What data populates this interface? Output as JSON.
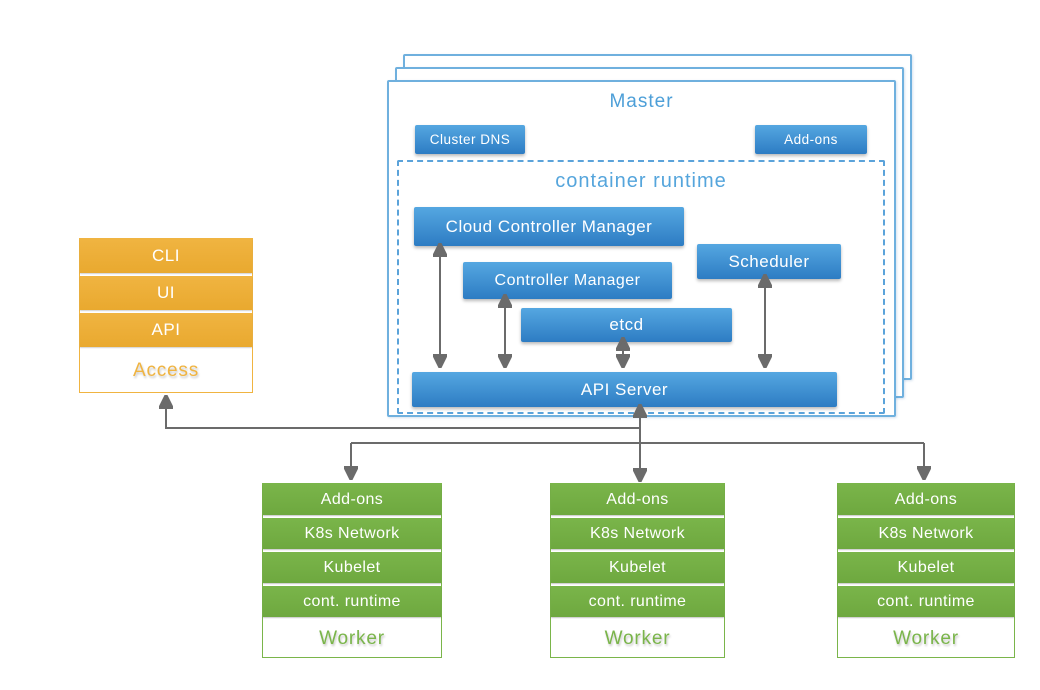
{
  "colors": {
    "blue-top": "#55a7e1",
    "blue-bottom": "#2d7cc3",
    "blue-border": "#6fb0de",
    "title-blue": "#4d9fd8",
    "green": "#7ab54a",
    "green-dark": "#6ea83f",
    "orange": "#f0b441",
    "orange-dark": "#e9a92f",
    "line": "#6b6b6b"
  },
  "access": {
    "rows": [
      "CLI",
      "UI",
      "API"
    ],
    "label": "Access"
  },
  "master": {
    "title": "Master",
    "cluster_dns_label": "Cluster DNS",
    "addons_label": "Add-ons",
    "container_runtime_title": "container runtime",
    "components": {
      "cloud_controller_manager": "Cloud Controller Manager",
      "controller_manager": "Controller Manager",
      "etcd": "etcd",
      "scheduler": "Scheduler",
      "api_server": "API Server"
    }
  },
  "workers": [
    {
      "rows": [
        "Add-ons",
        "K8s Network",
        "Kubelet",
        "cont. runtime"
      ],
      "label": "Worker"
    },
    {
      "rows": [
        "Add-ons",
        "K8s Network",
        "Kubelet",
        "cont. runtime"
      ],
      "label": "Worker"
    },
    {
      "rows": [
        "Add-ons",
        "K8s Network",
        "Kubelet",
        "cont. runtime"
      ],
      "label": "Worker"
    }
  ]
}
